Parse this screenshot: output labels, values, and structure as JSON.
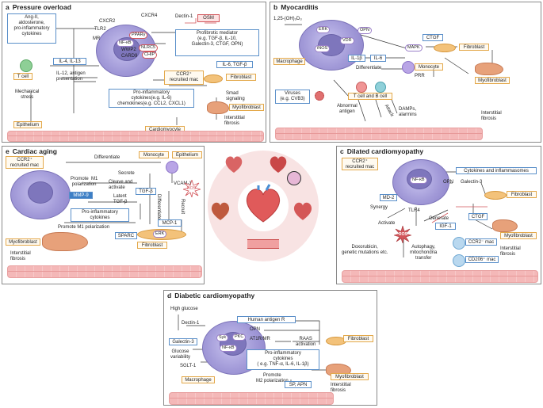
{
  "panels": {
    "a": {
      "letter": "a",
      "title": "Pressure overload",
      "left_box": "Ang-II,\naldosterone,\npro-inflammatory\ncytokines",
      "cxcr4": "CXCR4",
      "cxcr2": "CXCR2",
      "tlr2": "TLR2",
      "mr": "MR",
      "dectin": "Dectin-1",
      "osm": "OSM",
      "ppar": "PPARγ",
      "nfkb": "NF-κB",
      "wwp2": "WWP2",
      "card9": "CARD9",
      "nlrc5": "NLRC5",
      "chip": "CHIP",
      "profibrotic": "Profibrotic mediator\n(e.g. TGF-β, IL-10,\nGalectin-3, CTGF, OPN)",
      "il4": "IL-4, IL-13",
      "tcell": "T cell",
      "il12": "IL-12, antigen\npresentation",
      "ccr2": "CCR2⁺\nrecruited mac",
      "il6tgf": "IL-6, TGF-β",
      "fibroblast": "Fibroblast",
      "mech": "Mechanical\nstress",
      "proinf": "Pro-inflammatory\ncytokines(e.g. IL-6)\nchemokines(e.g. CCL2, CXCL1)",
      "smad": "Smad\nsignaling",
      "myofibroblast": "Myofibroblast",
      "epithelium": "Epithelium",
      "interstitial": "Interstitial\nfibrosis",
      "cardiomyocyte": "Cardiomyocyte"
    },
    "b": {
      "letter": "b",
      "title": "Myocarditis",
      "vitd": "1,25-(OH)₂D₃",
      "erk": "ERK",
      "opn": "OPN",
      "inos": "iNOS",
      "vdr": "VDR",
      "ctgf": "CTGF",
      "mapk": "MAPK",
      "fibroblast": "Fibroblast",
      "macrophage": "Macrophage",
      "il1b": "IL-1β",
      "il6": "IL-6",
      "differentiate": "Differentiate",
      "monocyte": "Monocyte",
      "prr": "PRR",
      "myofibroblast": "Myofibroblast",
      "viruses": "Viruses\n(e.g. CVB3)",
      "tbcell": "T cell and B cell",
      "abnormal": "Abnormal\nantigen",
      "attack": "Attack",
      "damps": "DAMPs,\nalarmins",
      "interstitial": "Interstitial\nfibrosis"
    },
    "e": {
      "letter": "e",
      "title": "Cardiac aging",
      "ccr2": "CCR2⁺\nrecruited mac",
      "differentiate": "Differentiate",
      "monocyte": "Monocyte",
      "epithelium": "Epithelium",
      "secrete": "Secrete",
      "promote_m1": "Promote  M1\npolarization",
      "cleave": "Cleave and\nactivate",
      "mmp9": "MMP-9",
      "tgfb": "TGF-β",
      "latent": "Latent\nTGF-β",
      "vcam": "VCAM-1",
      "differentiate2": "Differentiate",
      "recruit": "Recruit",
      "proinf": "Pro-inflammatory\ncytokines",
      "ros": "ROS",
      "promote_m1b": "Promote M1 polarization",
      "sparc": "SPARC",
      "mcp": "MCP-1",
      "erk": "ERK",
      "myofibroblast": "Myofibroblast",
      "fibroblast": "Fibroblast",
      "interstitial": "Interstitial\nfibrosis"
    },
    "c": {
      "letter": "c",
      "title": "Dilated cardiomyopathy",
      "ccr2": "CCR2⁺\nrecruited mac",
      "cytokines": "Cytokines and inflammasomes",
      "nfkb": "NF-κB",
      "opn": "OPN",
      "galectin": "Galectin-3",
      "md2": "MD-2",
      "synergy": "Synergy",
      "tlr4": "TLR4",
      "activate": "Activate",
      "generate": "Generate",
      "ctgf": "CTGF",
      "fibroblast": "Fibroblast",
      "igf": "IGF-1",
      "myofibroblast": "Myofibroblast",
      "ros": "ROS",
      "doxo": "Doxorubicin,\ngenetic mutations etc.",
      "autophagy": "Autophagy,\nmitochondria\ntransfer",
      "ccr2mac": "CCR2⁻ mac",
      "cd206": "CD206⁺ mac",
      "interstitial": "Interstitial\nfibrosis"
    },
    "d": {
      "letter": "d",
      "title": "Diabetic cardiomyopathy",
      "glucose": "High glucose",
      "dectin": "Dectin-1",
      "human": "Human antigen R",
      "opn": "OPN",
      "galectin": "Galectin-3",
      "syk": "Syk",
      "pkc": "PKC",
      "at1r": "AT1R/MR",
      "raas": "RAAS\nactivation",
      "fibroblast": "Fibroblast",
      "nfkb": "NF-κB",
      "variability": "Glucose\nvariability",
      "proinf": "Pro-inflammatory\ncytokines\n( e.g. TNF-α, IL-6, IL-1β)",
      "sglt": "SGLT-1",
      "myofibroblast": "Myofibroblast",
      "promote": "Promote\nM2 polarization",
      "sp": "SP, APN",
      "macrophage": "Macrophage",
      "interstitial": "Interstitial\nfibrosis"
    }
  },
  "colors": {
    "blue_border": "#5a8fc9",
    "orange_border": "#e3a84a",
    "red_border": "#d2555a",
    "macrophage": "#a29ad8",
    "tissue": "#f4b8b8"
  },
  "icons": [
    "heart-icon",
    "ros-starburst-icon",
    "virus-icon",
    "t-cell-icon",
    "fibroblast-icon",
    "myofibroblast-icon",
    "macrophage-icon"
  ]
}
